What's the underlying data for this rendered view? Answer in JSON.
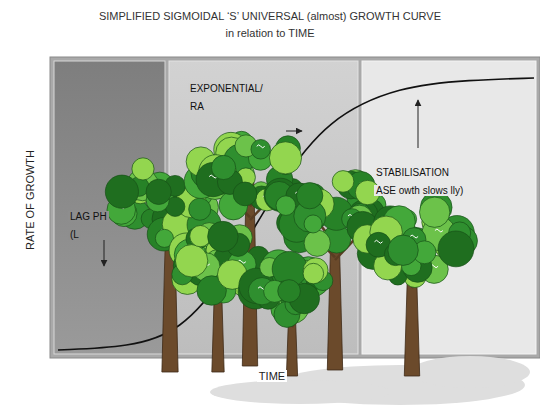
{
  "diagram": {
    "title": "SIMPLIFIED SIGMOIDAL ‘S’ UNIVERSAL (almost) GROWTH CURVE in relation to TIME",
    "nodes": [
      {
        "text": [
          "LAG PH (L"
        ]
      },
      {
        "text": [
          "EXPONENTIAL/ RA"
        ]
      },
      {
        "text": [
          "STABILISATION ASE owth slows lly)"
        ]
      }
    ],
    "labels": [
      "RATE OF GROWTH",
      "TIME"
    ]
  }
}
